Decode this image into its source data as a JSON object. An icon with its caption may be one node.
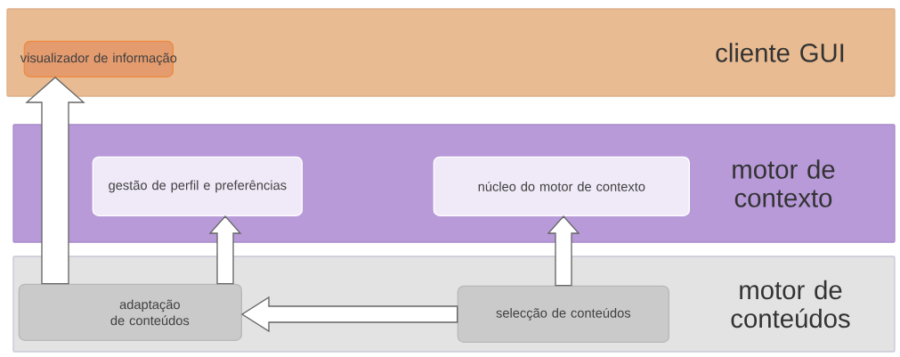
{
  "diagram": {
    "nodes": [
      {
        "text": [
          "cliente GUI"
        ]
      },
      {
        "text": [
          "visualizador de informação"
        ],
        "in": 0
      },
      {
        "text": [
          "motor de contexto"
        ]
      },
      {
        "text": [
          "gestão de perfil e preferências"
        ],
        "in": 2
      },
      {
        "text": [
          "núcleo do motor de contexto"
        ],
        "in": 2
      },
      {
        "text": [
          "motor de conteúdos"
        ]
      },
      {
        "text": [
          "adaptação de conteúdos"
        ],
        "in": 5
      },
      {
        "text": [
          "selecção de conteúdos"
        ],
        "in": 5
      }
    ],
    "edges": [
      {
        "from": 6,
        "to": 1,
        "arrow": "to"
      },
      {
        "from": 6,
        "to": 3,
        "arrow": "to"
      },
      {
        "from": 7,
        "to": 4,
        "arrow": "to"
      },
      {
        "from": 7,
        "to": 6,
        "arrow": "to"
      }
    ]
  }
}
